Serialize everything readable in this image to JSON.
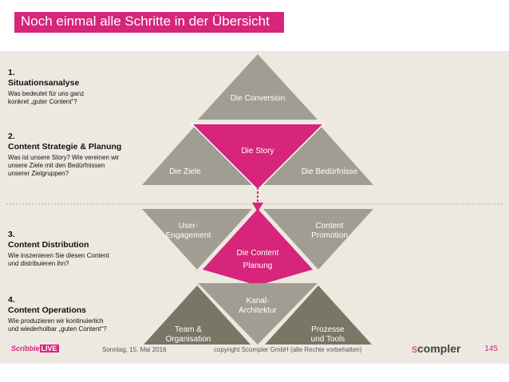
{
  "title": "Noch einmal alle Schritte in der Übersicht",
  "steps": [
    {
      "num": "1.",
      "heading": "Situationsanalyse",
      "desc_1": "Was bedeutet für uns ganz",
      "desc_2": "konkret „guter Content“?"
    },
    {
      "num": "2.",
      "heading": "Content Strategie & Planung",
      "desc_1": "Was ist unsere Story? Wie vereinen wir",
      "desc_2": "unsere Ziele mit den Bedürfnissen",
      "desc_3": "unserer Zielgruppen?"
    },
    {
      "num": "3.",
      "heading": "Content Distribution",
      "desc_1": "Wie inszenieren Sie diesen Content",
      "desc_2": "und distribuieren ihn?"
    },
    {
      "num": "4.",
      "heading": "Content Operations",
      "desc_1": "Wie produzieren wir kontinuierlich",
      "desc_2": "und wiederholbar „guten Content“?"
    }
  ],
  "diagram": {
    "conversion": "Die Conversion",
    "ziele": "Die Ziele",
    "story": "Die Story",
    "beduerfnisse": "Die Bedürfnisse",
    "user_1": "User-",
    "user_2": "Engagement",
    "promo_1": "Content",
    "promo_2": "Promotion",
    "planung_1": "Die Content",
    "planung_2": "Planung",
    "kanal_1": "Kanal-",
    "kanal_2": "Architektur",
    "team_1": "Team &",
    "team_2": "Organisation",
    "prozesse_1": "Prozesse",
    "prozesse_2": "und Tools"
  },
  "footer": {
    "date": "Sonntag, 15. Mai 2016",
    "copyright": "copyright Scompler GmbH (alle Rechte vorbehalten)",
    "page": "145",
    "logo_left_a": "Scribble",
    "logo_left_b": "LIVE",
    "logo_right_a": "s",
    "logo_right_b": "compler"
  },
  "colors": {
    "accent": "#d6257b",
    "gray": "#a19d93",
    "dark": "#7a7665",
    "background": "#ede9e1"
  }
}
